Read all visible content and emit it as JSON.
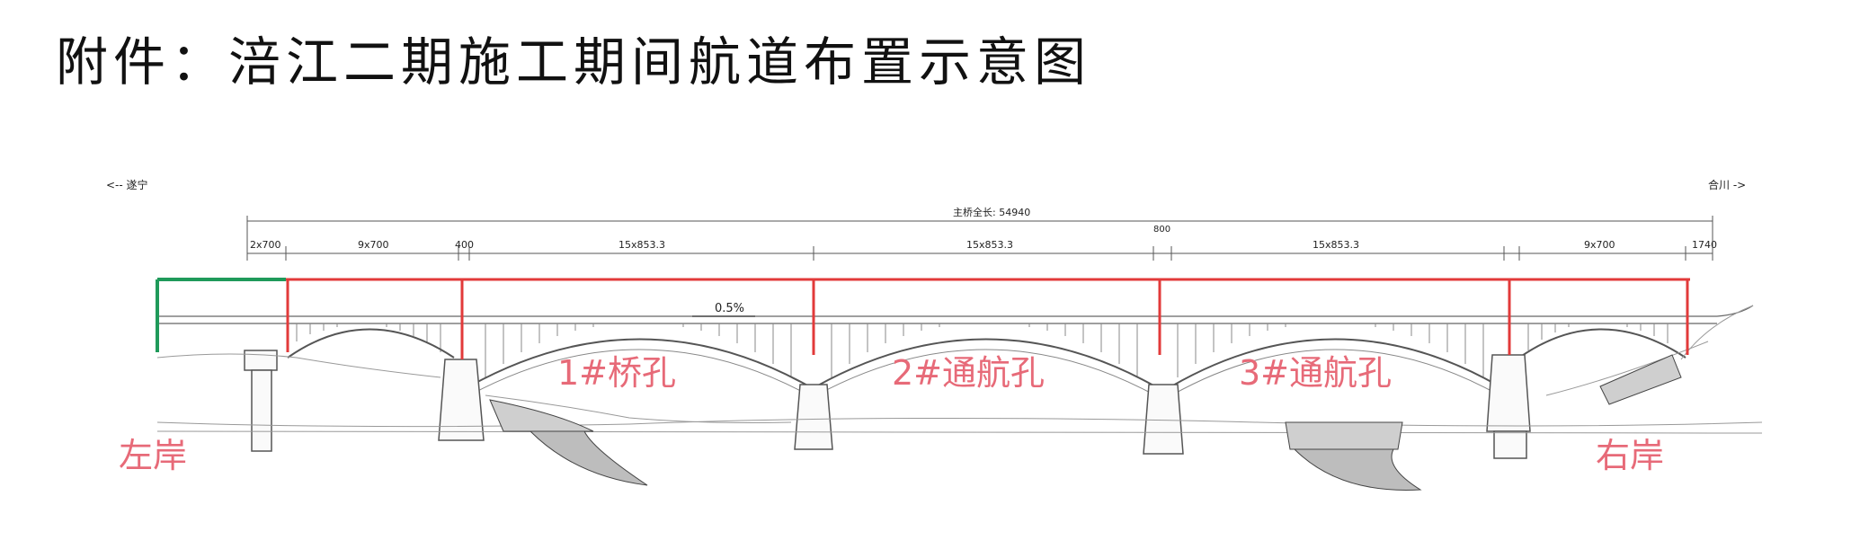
{
  "title": "附件：涪江二期施工期间航道布置示意图",
  "header": {
    "left_direction": "<-- 遂宁",
    "right_direction": "合川 ->",
    "total_length": "主桥全长: 54940"
  },
  "dimensions": {
    "d1": "2x700",
    "d2": "9x700",
    "d3": "400",
    "d4": "15x853.3",
    "d5": "15x853.3",
    "d6": "800",
    "d7": "15x853.3",
    "d8": "9x700",
    "d9": "1740"
  },
  "gradient_label": "0.5%",
  "spans": {
    "span1": "1#桥孔",
    "span2": "2#通航孔",
    "span3": "3#通航孔"
  },
  "banks": {
    "left": "左岸",
    "right": "右岸"
  },
  "colors": {
    "highlight_red": "#e23a3a",
    "highlight_green": "#1f9a5a",
    "label_pink": "#e76a78",
    "line_gray": "#666666"
  }
}
